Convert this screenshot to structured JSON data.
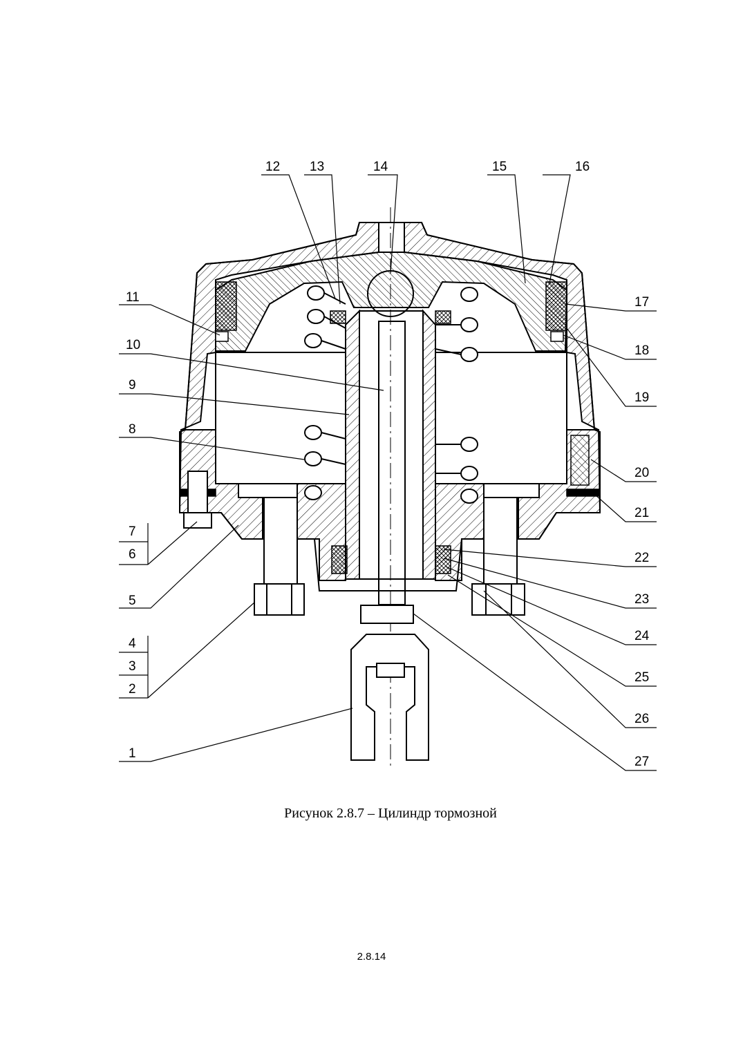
{
  "figure": {
    "caption": "Рисунок 2.8.7 – Цилиндр тормозной",
    "callouts": [
      "1",
      "2",
      "3",
      "4",
      "5",
      "6",
      "7",
      "8",
      "9",
      "10",
      "11",
      "12",
      "13",
      "14",
      "15",
      "16",
      "17",
      "18",
      "19",
      "20",
      "21",
      "22",
      "23",
      "24",
      "25",
      "26",
      "27"
    ]
  },
  "page": {
    "number": "2.8.14"
  }
}
